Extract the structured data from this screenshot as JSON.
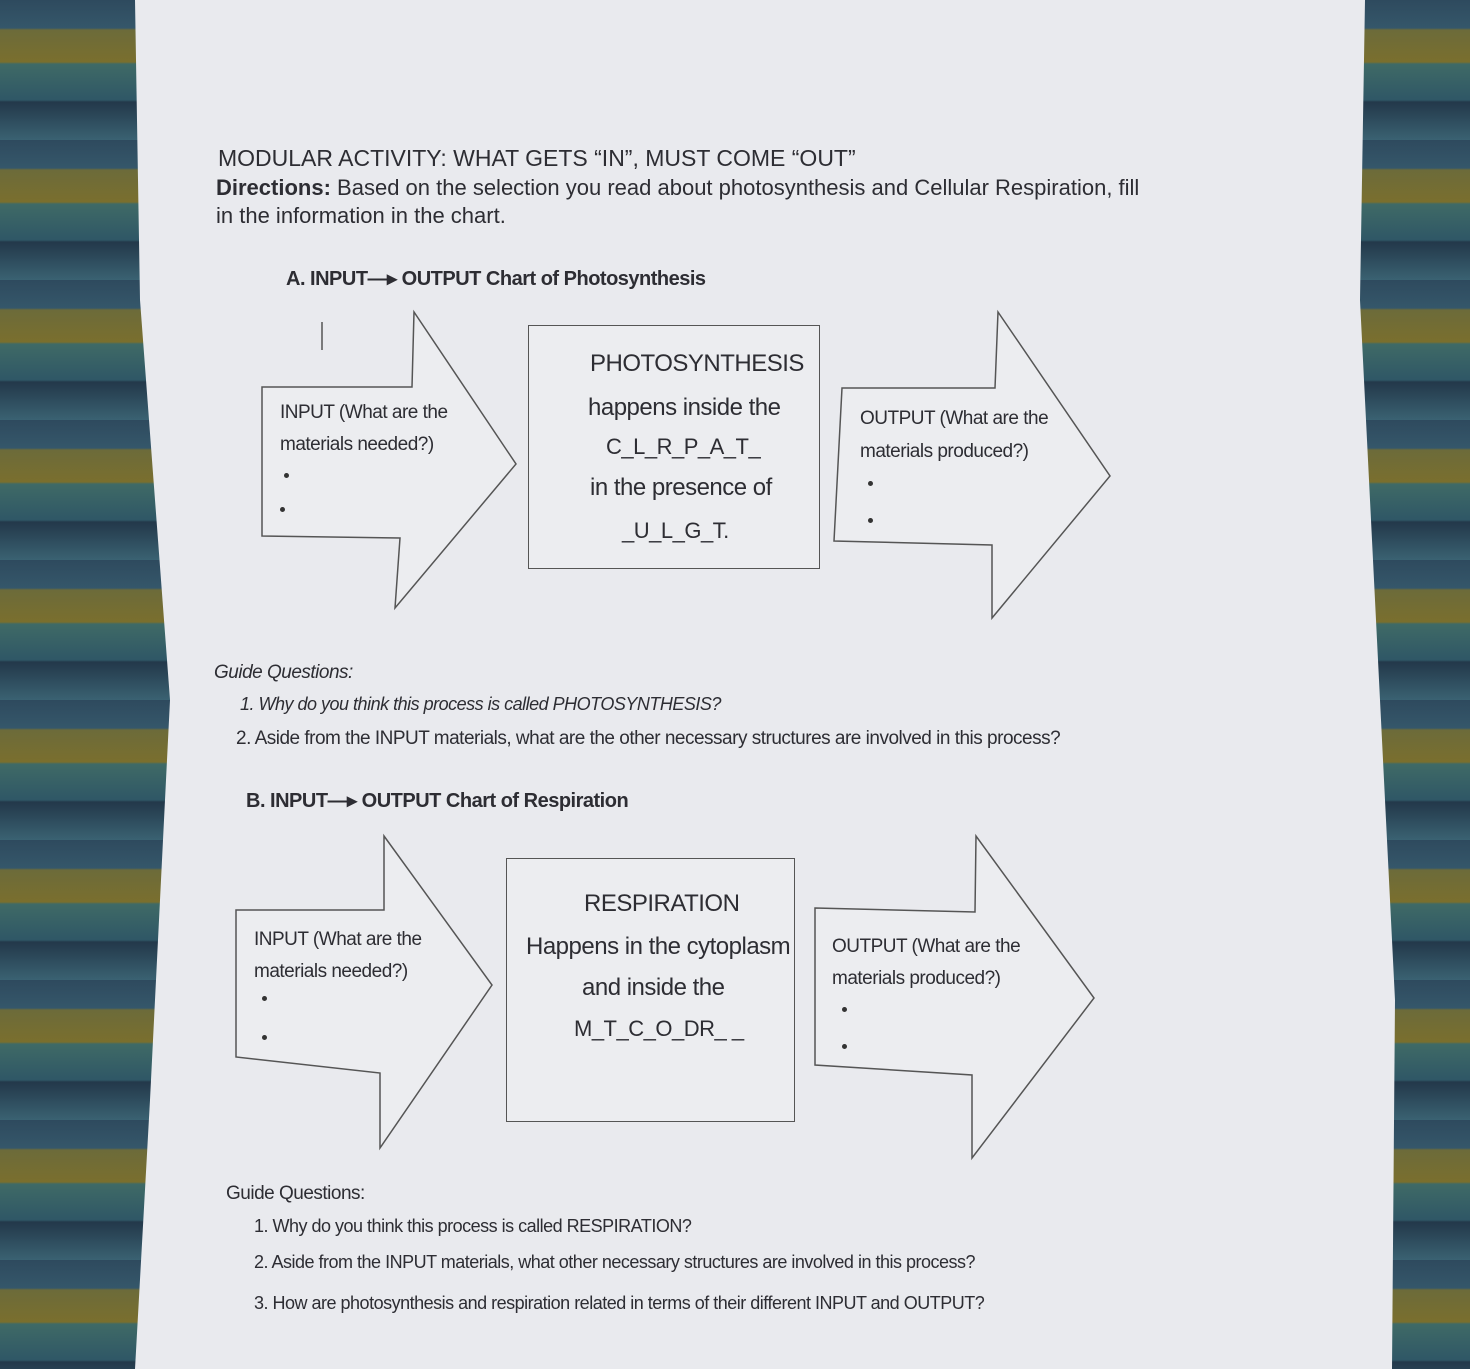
{
  "title": "MODULAR ACTIVITY: WHAT GETS “IN”, MUST COME “OUT”",
  "directions": {
    "label": "Directions:",
    "line1": "Based on the selection you read about photosynthesis and Cellular Respiration, fill",
    "line2": "in the information in the chart."
  },
  "section_a": {
    "heading": "A.  INPUT—▸ OUTPUT Chart of Photosynthesis",
    "input": {
      "line1": "INPUT (What are the",
      "line2": "materials needed?)"
    },
    "center": {
      "title": "PHOTOSYNTHESIS",
      "line1": "happens inside the",
      "line2": "C_L_R_P_A_T_",
      "line3": "in the presence of",
      "line4": "_U_L_G_T."
    },
    "output": {
      "line1": "OUTPUT (What are the",
      "line2": "materials produced?)"
    },
    "guide_label": "Guide Questions:",
    "questions": [
      "1.   Why do you think this process is called PHOTOSYNTHESIS?",
      "2.   Aside from the INPUT materials, what are the other necessary structures are involved in this process?"
    ]
  },
  "section_b": {
    "heading": "B.  INPUT—▸ OUTPUT Chart of Respiration",
    "input": {
      "line1": "INPUT (What are the",
      "line2": "materials needed?)"
    },
    "center": {
      "title": "RESPIRATION",
      "line1": "Happens in the cytoplasm",
      "line2": "and inside the",
      "line3": "M_T_C_O_DR_ _"
    },
    "output": {
      "line1": "OUTPUT (What are the",
      "line2": "materials produced?)"
    },
    "guide_label": "Guide Questions:",
    "questions": [
      "1.   Why do you think this process is called RESPIRATION?",
      "2.   Aside from the INPUT materials, what other necessary structures are involved in this process?",
      "3.   How are photosynthesis and respiration related in terms of their different INPUT and OUTPUT?"
    ]
  }
}
